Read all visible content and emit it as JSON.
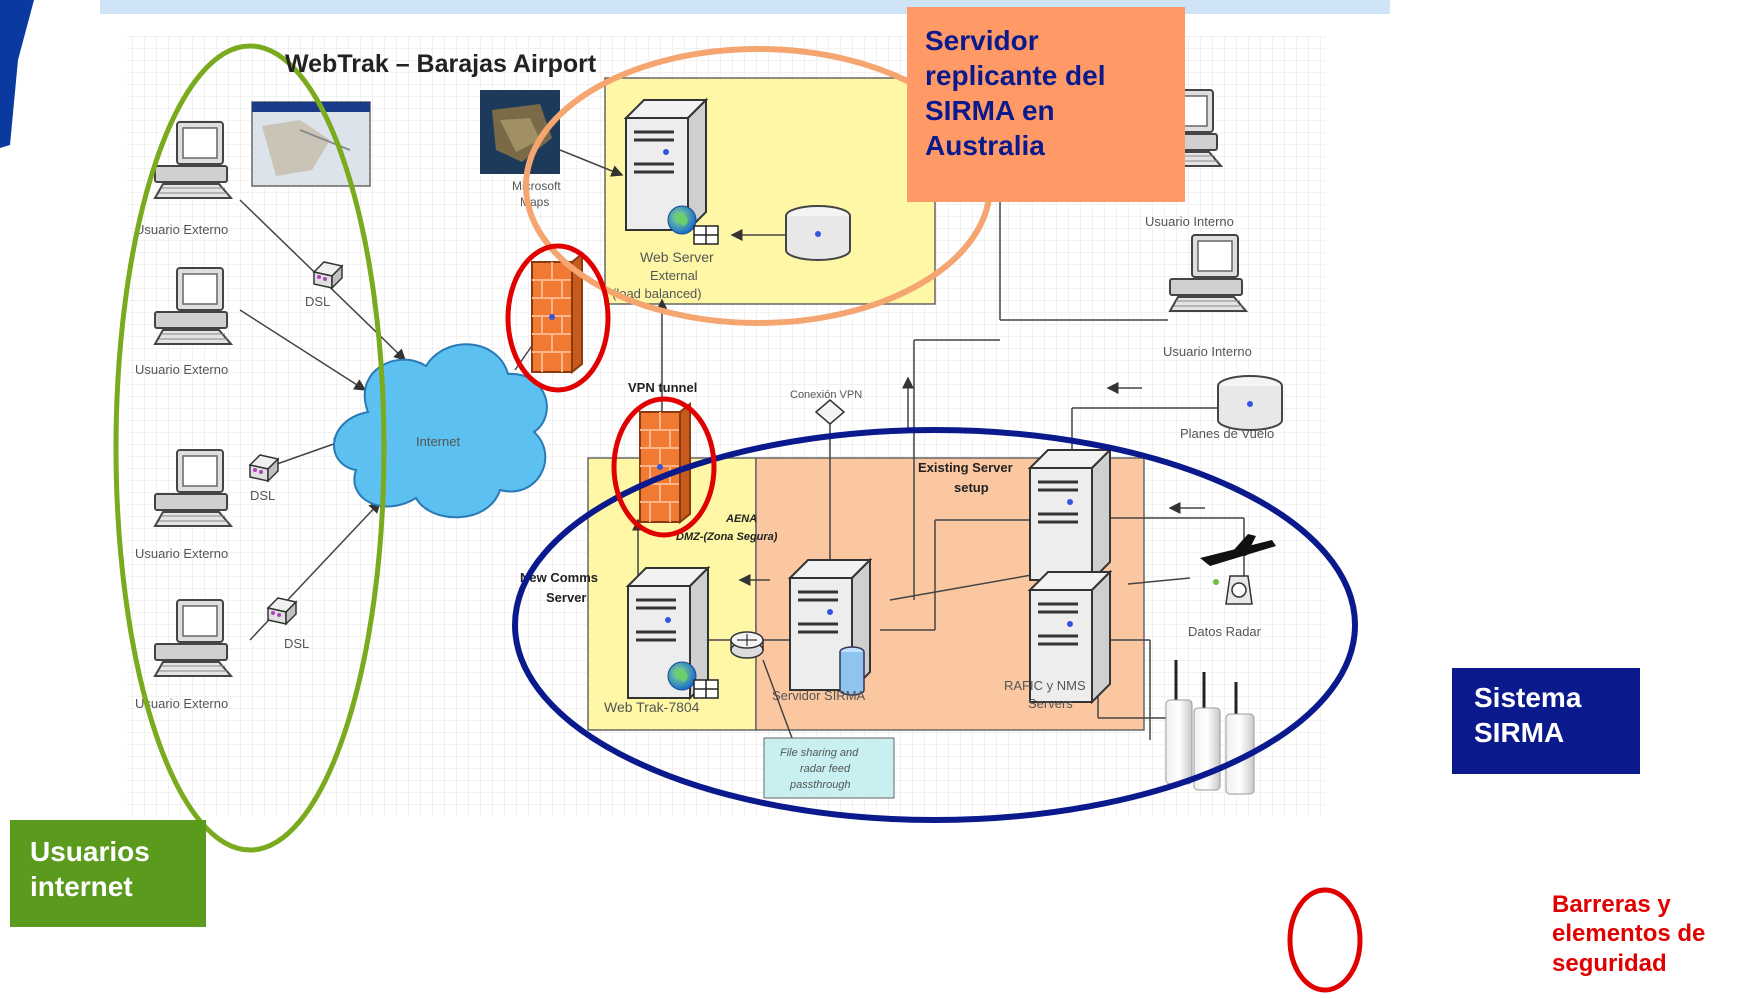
{
  "diagram": {
    "title": "WebTrak – Barajas Airport",
    "nodes": {
      "usuario_externo_1": "Usuario Externo",
      "usuario_externo_2": "Usuario Externo",
      "usuario_externo_3": "Usuario Externo",
      "usuario_externo_4": "Usuario Externo",
      "dsl_1": "DSL",
      "dsl_2": "DSL",
      "dsl_3": "DSL",
      "internet": "Internet",
      "microsoft_maps": "Microsoft\nMaps",
      "web_server_line1": "Web Server",
      "web_server_line2": "External",
      "web_server_line3": "(load balanced)",
      "vpn_tunnel": "VPN tunnel",
      "conexion_vpn": "Conexión VPN",
      "usuario_interno_1": "Usuario Interno",
      "usuario_interno_2": "Usuario Interno",
      "planes_de_vuelo": "Planes de Vuelo",
      "existing_server_line1": "Existing Server",
      "existing_server_line2": "setup",
      "aena_line1": "AENA",
      "aena_line2": "DMZ-(Zona Segura)",
      "new_comms_line1": "New Comms",
      "new_comms_line2": "Server",
      "web_trak": "Web Trak-7804",
      "servidor_sirma": "Servidor SIRMA",
      "rafic_line1": "RAFIC y NMS",
      "rafic_line2": "Servers",
      "datos_radar": "Datos Radar",
      "file_sharing_line1": "File sharing and",
      "file_sharing_line2": "radar feed",
      "file_sharing_line3": "passthrough"
    }
  },
  "callouts": {
    "servidor_replicante": "Servidor\nreplicante del\nSIRMA en\nAustralia",
    "sistema_sirma": "Sistema\nSIRMA",
    "usuarios_internet": "Usuarios\ninternet",
    "legend": "Barreras y\nelementos de\nseguridad"
  },
  "colors": {
    "green_ellipse": "#7aaa1e",
    "orange_ellipse": "#f5a570",
    "blue_ellipse": "#0a1a8c",
    "security_red": "#e00000",
    "yellow_zone": "#fdf7a6",
    "orange_zone": "#fbc7a0",
    "internet_cloud": "#5cc0f0",
    "top_banner": "#cfe3f7",
    "left_bar": "#0a3aa0"
  }
}
